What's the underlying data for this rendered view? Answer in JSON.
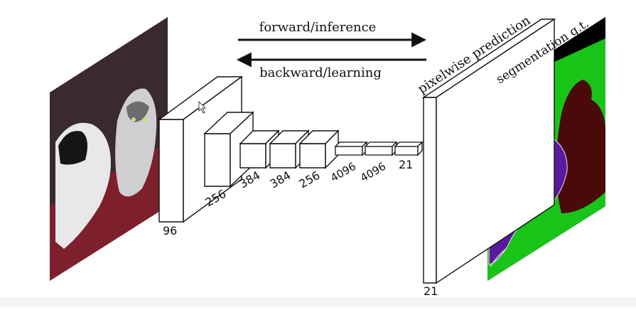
{
  "arrows": {
    "forward_label": "forward/inference",
    "backward_label": "backward/learning"
  },
  "output_labels": {
    "prediction": "pixelwise prediction",
    "ground_truth": "segmentation g.t."
  },
  "layers": {
    "l1": "96",
    "l2": "256",
    "l3": "384",
    "l4": "384",
    "l5": "256",
    "l6": "4096",
    "l7": "4096",
    "l8": "21",
    "output": "21"
  },
  "colors": {
    "background": "#ffffff",
    "line": "#111111",
    "seg_green": "#18c418",
    "seg_purple": "#5a1aa0",
    "seg_maroon": "#4a0a0a",
    "seg_black": "#000000",
    "seg_blue": "#1c4f9c"
  }
}
